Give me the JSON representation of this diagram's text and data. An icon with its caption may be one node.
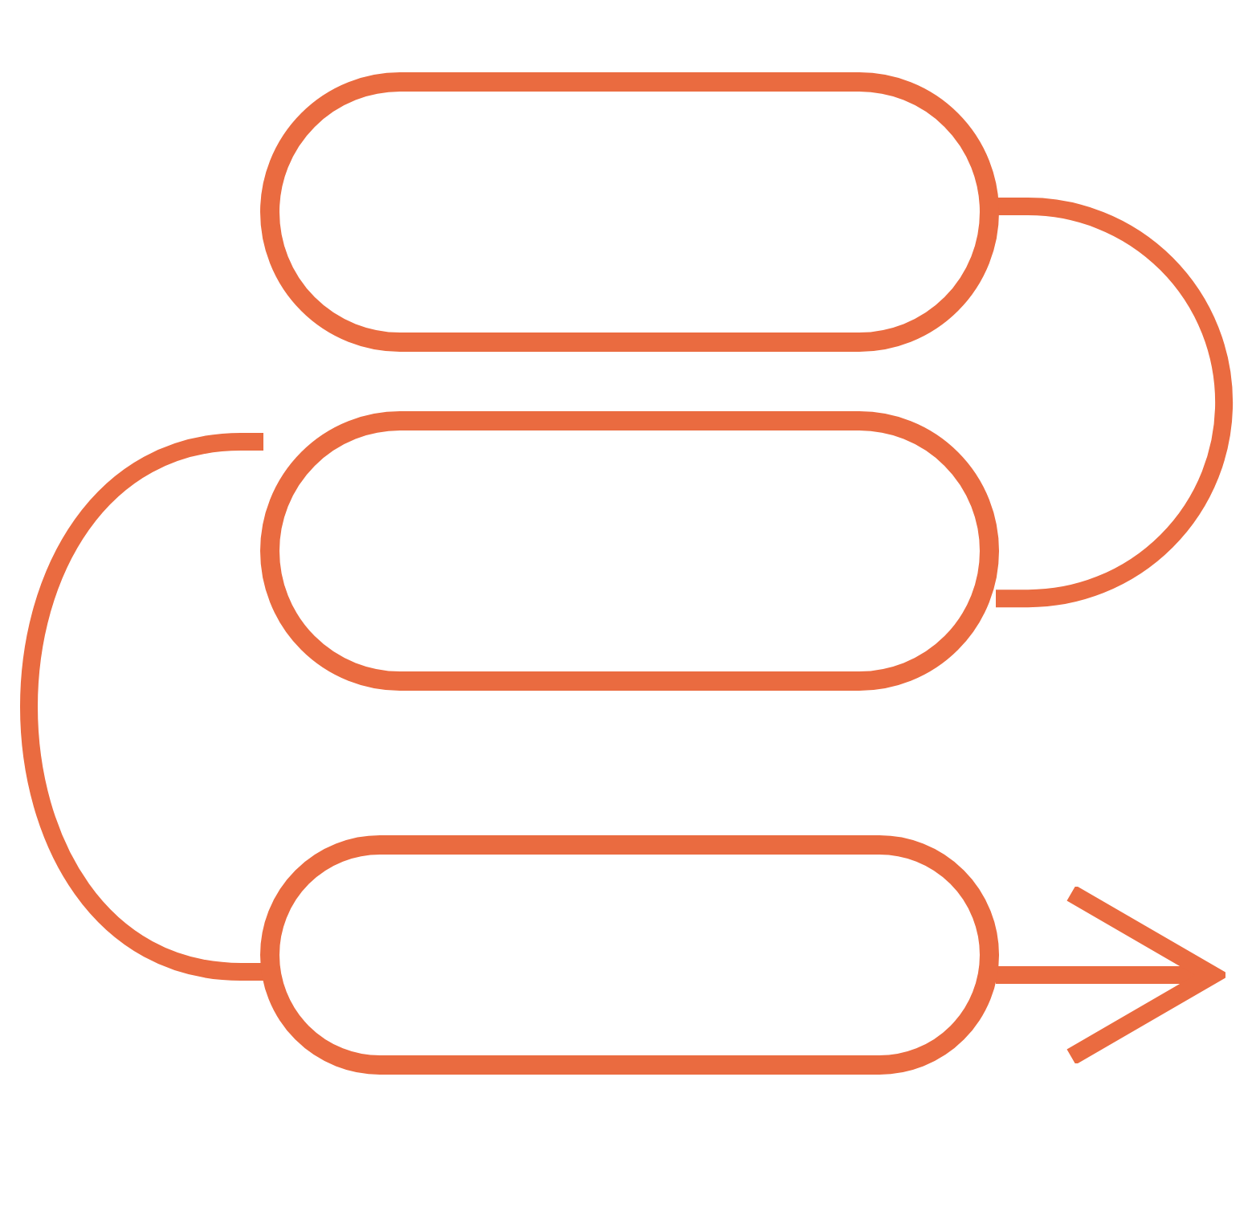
{
  "diagram": {
    "nodes": [
      {
        "text": [],
        "shape": "pill"
      },
      {
        "text": [],
        "shape": "pill"
      },
      {
        "text": [],
        "shape": "pill"
      }
    ],
    "edges": [
      {
        "from": 0,
        "to": 1,
        "arrow": "none"
      },
      {
        "from": 1,
        "to": 2,
        "arrow": "none"
      },
      {
        "from": 2,
        "to": null,
        "arrow": "to"
      }
    ]
  }
}
